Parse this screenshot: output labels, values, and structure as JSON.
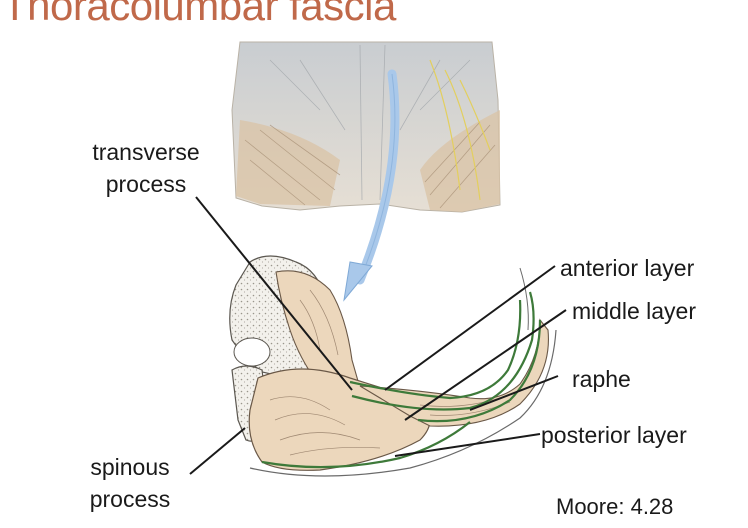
{
  "title": "Thoracolumbar fascia",
  "labels": {
    "transverse_process": [
      "transverse",
      "process"
    ],
    "anterior_layer": "anterior layer",
    "middle_layer": "middle layer",
    "raphe": "raphe",
    "posterior_layer": "posterior layer",
    "spinous_process": [
      "spinous",
      "process"
    ]
  },
  "caption": "Moore: 4.28",
  "colors": {
    "title": "#c0694a",
    "arrow": "#a9c8ea",
    "muscle": "#ecd7bc",
    "fascia_green": "#3e7a3a",
    "bone": "#f1efe9"
  }
}
